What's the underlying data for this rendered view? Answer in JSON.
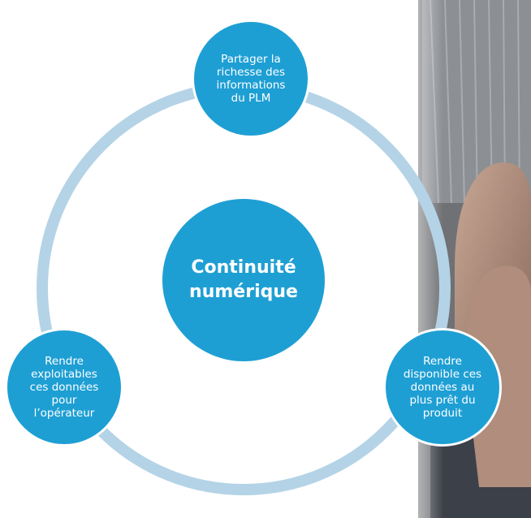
{
  "center": {
    "label": "Continuité\nnumérique"
  },
  "nodes": {
    "top": "Partager la\nrichesse des\ninformations\ndu PLM",
    "left": "Rendre\nexploitables\nces données\npour\nl’opérateur",
    "right": "Rendre\ndisponible ces\ndonnées au\nplus prêt du\nproduit"
  },
  "colors": {
    "circle": "#1e9fd4",
    "ring": "#b4d3e6",
    "text": "#ffffff"
  }
}
